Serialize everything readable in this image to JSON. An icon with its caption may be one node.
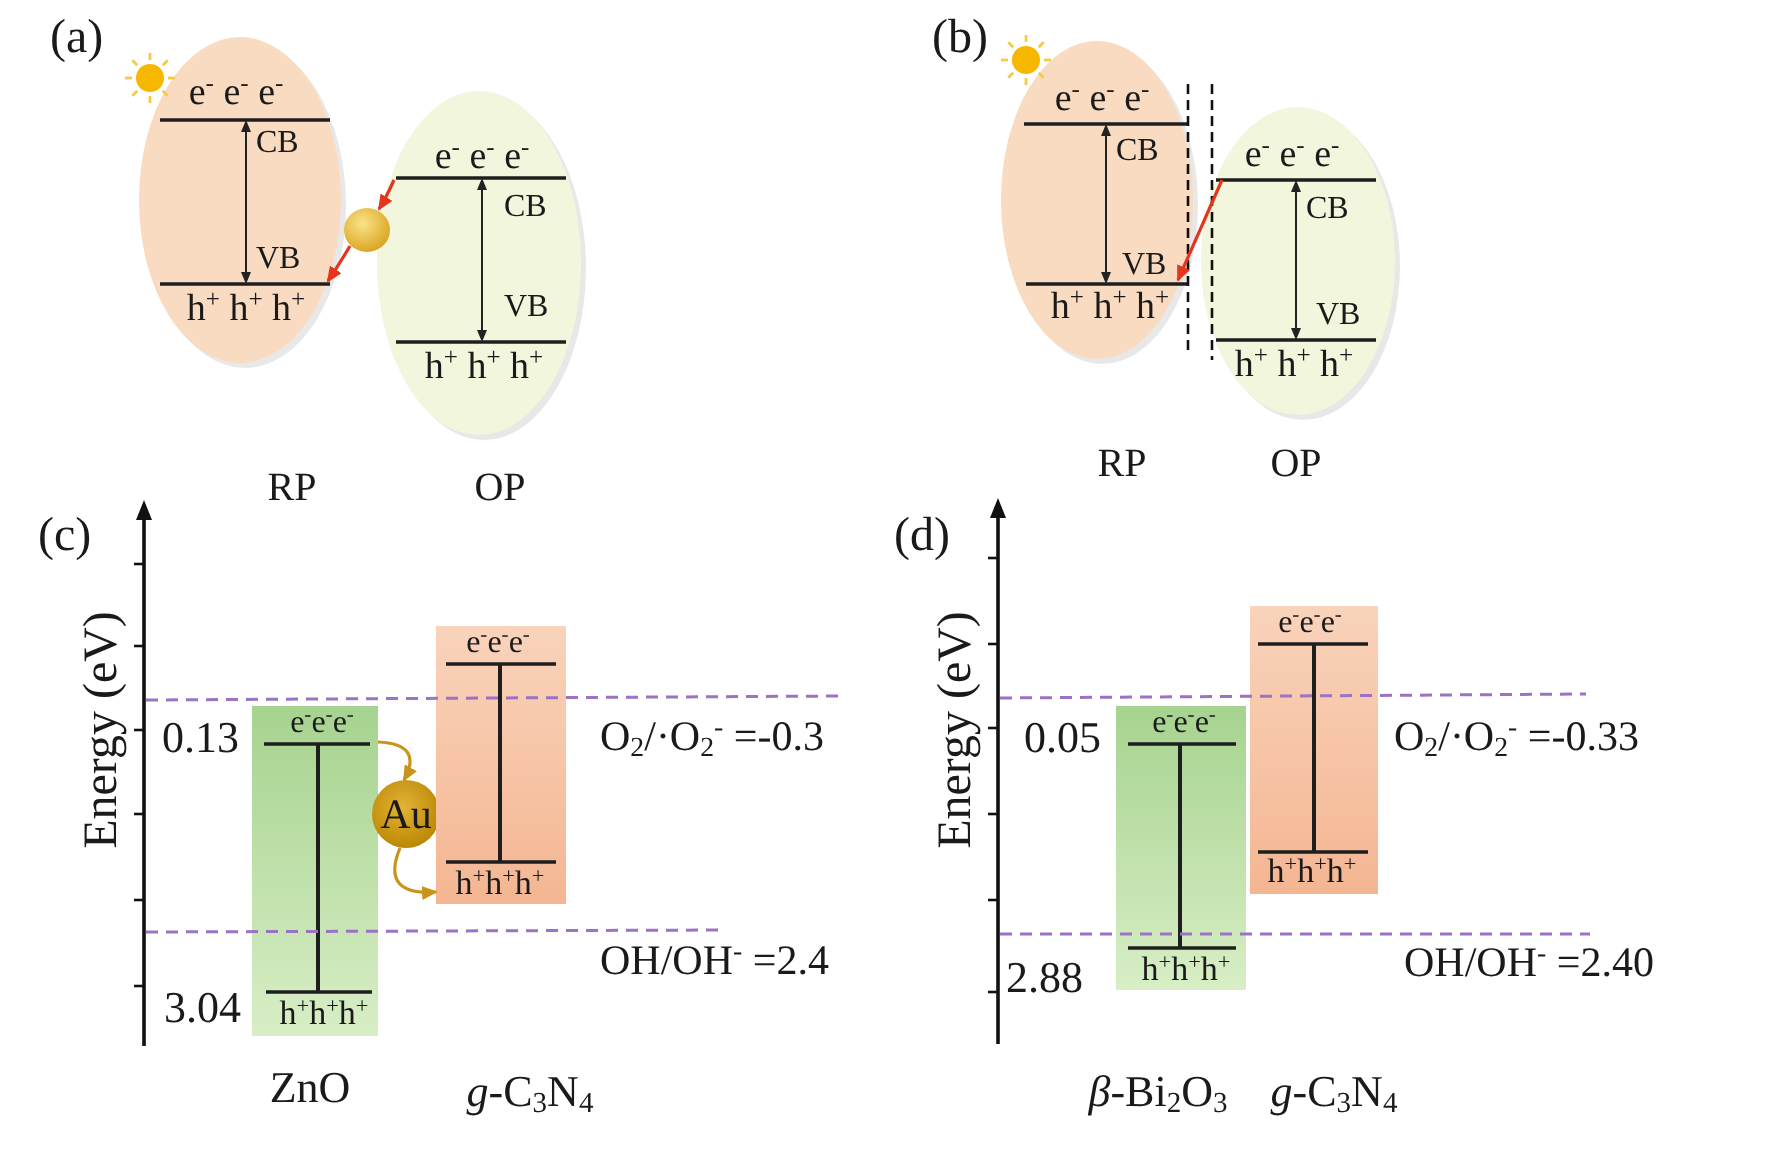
{
  "diagram": {
    "nodes": [
      {
        "text": [
          "e$^{-}$ e$^{-}$ e$^{-}$",
          "CB",
          "VB",
          "h$^{+}$ h$^{+}$ h$^{+}$"
        ],
        "beside": [
          "RP"
        ]
      },
      {
        "text": [
          "e$^{-}$ e$^{-}$ e$^{-}$",
          "CB",
          "VB",
          "h$^{+}$ h$^{+}$ h$^{+}$"
        ],
        "beside": [
          "OP"
        ]
      },
      {
        "text": [],
        "shape": "circle"
      },
      {
        "text": [
          "e$^{-}$ e$^{-}$ e$^{-}$",
          "CB",
          "VB",
          "h$^{+}$ h$^{+}$ h$^{+}$"
        ],
        "beside": [
          "RP"
        ]
      },
      {
        "text": [
          "e$^{-}$ e$^{-}$ e$^{-}$",
          "CB",
          "VB",
          "h$^{+}$ h$^{+}$ h$^{+}$"
        ],
        "beside": [
          "OP"
        ]
      },
      {
        "text": [
          "e$^{-}$e$^{-}$e$^{-}$",
          "h$^{+}$h$^{+}$h$^{+}$"
        ],
        "beside": [
          "0.13",
          "3.04",
          "ZnO"
        ]
      },
      {
        "text": [
          "Au"
        ]
      },
      {
        "text": [
          "e$^{-}$e$^{-}$e$^{-}$",
          "h$^{+}$h$^{+}$h$^{+}$"
        ]
      },
      {
        "text": [
          "e$^{-}$e$^{-}$e$^{-}$",
          "h$^{+}$h$^{+}$h$^{+}$"
        ],
        "beside": [
          "0.05",
          "2.88",
          "*β*-Bi$_{2}$O$_{3}$"
        ]
      },
      {
        "text": [
          "e$^{-}$e$^{-}$e$^{-}$",
          "h$^{+}$h$^{+}$h$^{+}$"
        ]
      }
    ],
    "edges": [
      {
        "from": 1,
        "to": 2,
        "arrow": "to"
      },
      {
        "from": 2,
        "to": 0,
        "arrow": "to"
      },
      {
        "from": 4,
        "to": 3,
        "arrow": "to"
      },
      {
        "from": 5,
        "to": 6,
        "arrow": "to",
        "color": "#c8941a"
      },
      {
        "from": 6,
        "to": 7,
        "arrow": "to",
        "color": "#c8941a"
      }
    ],
    "labels": [
      "(a)",
      "(b)",
      "(c)",
      "Energy (eV)",
      "O$_{2}$/·O$_{2}$$^{-}$ =-0.3",
      "OH/OH$^{-}$ =2.4",
      "*g*-C$_{3}$N$_{4}$",
      "(d)",
      "Energy (eV)",
      "O$_{2}$/·O$_{2}$$^{-}$ =-0.33",
      "OH/OH$^{-}$ =2.40",
      "*g*-C$_{3}$N$_{4}$"
    ]
  }
}
